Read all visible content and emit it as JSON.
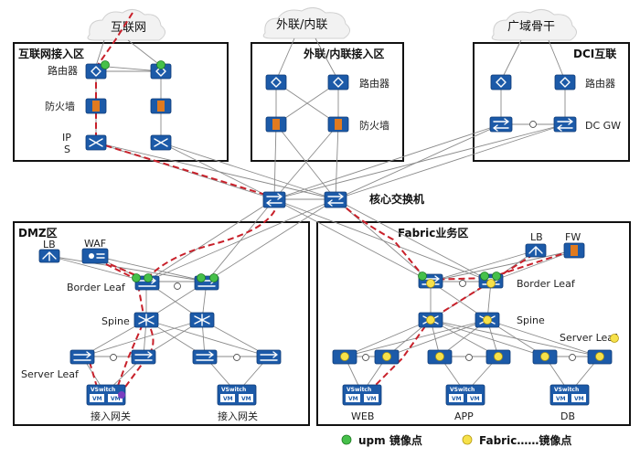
{
  "clouds": {
    "internet": "互联网",
    "extranet": "外联/内联",
    "wan": "广域骨干"
  },
  "zones": {
    "internet_access": "互联网接入区",
    "extranet_access": "外联/内联接入区",
    "dci": "DCI互联",
    "dmz": "DMZ区",
    "fabric": "Fabric业务区"
  },
  "labels": {
    "router_1": "路由器",
    "firewall_1": "防火墙",
    "ips": "IP\nS",
    "router_2": "路由器",
    "firewall_2": "防火墙",
    "router_3": "路由器",
    "dc_gw": "DC GW",
    "core": "核心交换机",
    "dmz_lb": "LB",
    "dmz_waf": "WAF",
    "dmz_border_leaf": "Border Leaf",
    "dmz_spine": "Spine",
    "dmz_server_leaf": "Server Leaf",
    "dmz_gateway_1": "接入网关",
    "dmz_gateway_2": "接入网关",
    "fab_lb": "LB",
    "fab_fw": "FW",
    "fab_border_leaf": "Border Leaf",
    "fab_spine": "Spine",
    "fab_server_leaf": "Server Leaf",
    "web": "WEB",
    "app": "APP",
    "db": "DB",
    "vswitch": "VSwitch",
    "vm": "VM"
  },
  "legend": {
    "upm": "upm 镜像点",
    "fabric": "Fabric……镜像点"
  },
  "colors": {
    "device": "#1c5aa8",
    "path": "#c8202a",
    "upm_point": "#46c04a",
    "fabric_point": "#f6e14a",
    "firewall_accent": "#e07a1f"
  }
}
